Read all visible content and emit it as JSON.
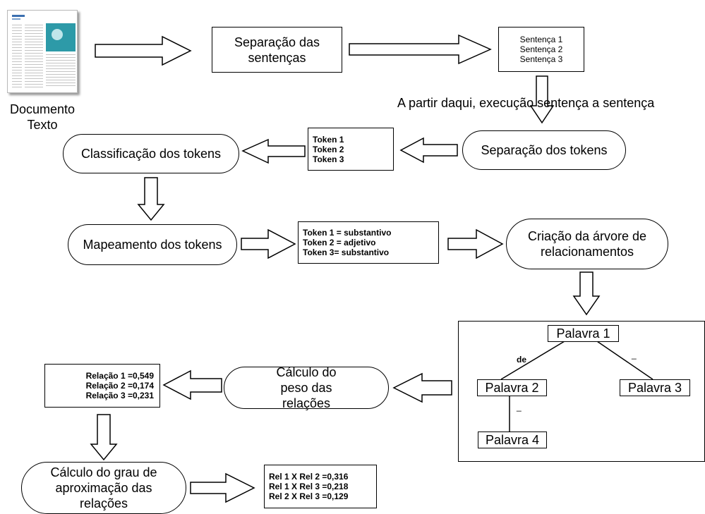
{
  "document": {
    "label_line1": "Documento",
    "label_line2": "Texto"
  },
  "steps": {
    "sentence_split": "Separação das sentenças",
    "token_split": "Separação dos tokens",
    "token_classify": "Classificação dos tokens",
    "token_map": "Mapeamento dos tokens",
    "tree_create": "Criação da árvore de relacionamentos",
    "weight_calc": "Cálculo do peso das relações",
    "approx_calc": "Cálculo do grau de aproximação das relações"
  },
  "note": "A partir daqui, execução sentença a sentença",
  "sentences": [
    "Sentença 1",
    "Sentença 2",
    "Sentença 3"
  ],
  "tokens": [
    "Token 1",
    "Token 2",
    "Token 3"
  ],
  "token_classes": [
    "Token 1 = substantivo",
    "Token 2 = adjetivo",
    "Token 3= substantivo"
  ],
  "tree": {
    "root": "Palavra 1",
    "left": "Palavra 2",
    "right": "Palavra 3",
    "child": "Palavra 4",
    "edge_left": "de",
    "edge_right": "_",
    "edge_child": "_"
  },
  "relations": [
    "Relação 1 =0,549",
    "Relação 2 =0,174",
    "Relação 3 =0,231"
  ],
  "approximations": [
    "Rel 1 X Rel 2 =0,316",
    "Rel 1 X Rel 3 =0,218",
    "Rel 2 X Rel 3 =0,129"
  ]
}
